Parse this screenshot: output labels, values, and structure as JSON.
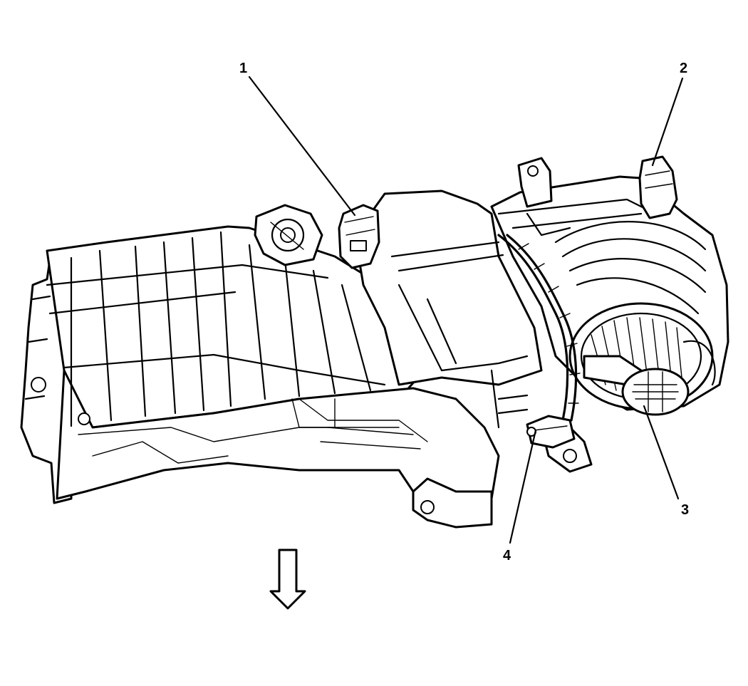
{
  "diagram": {
    "colors": {
      "ink": "#000000",
      "paper": "#ffffff"
    },
    "callouts": [
      {
        "id": "callout-1",
        "label": "1",
        "points_to": "actuator-connector"
      },
      {
        "id": "callout-2",
        "label": "2",
        "points_to": "blower-housing-connector"
      },
      {
        "id": "callout-3",
        "label": "3",
        "points_to": "blower-motor"
      },
      {
        "id": "callout-4",
        "label": "4",
        "points_to": "resistor-connector"
      }
    ],
    "direction_arrow": {
      "icon": "down-arrow-icon",
      "meaning": "front-of-vehicle"
    }
  }
}
